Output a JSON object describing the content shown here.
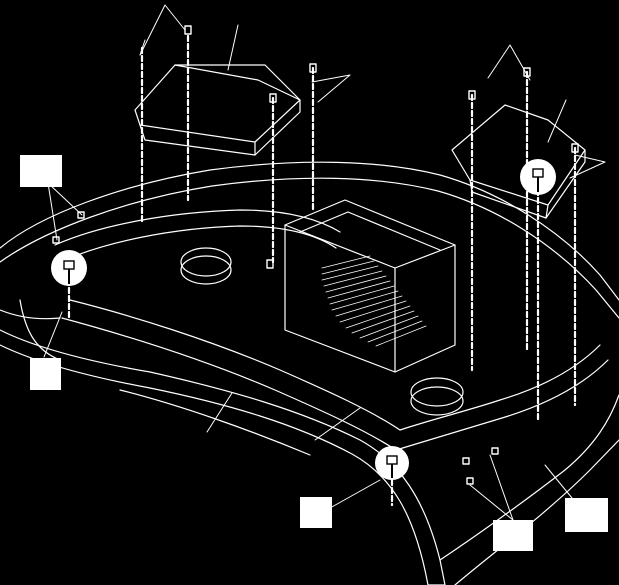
{
  "diagram": {
    "description_visible_text": "",
    "background_color": "#000000",
    "line_color": "#ffffff",
    "callout_fill": "#ffffff",
    "callouts": [
      {
        "id": "callout-top-left",
        "label": ""
      },
      {
        "id": "callout-mid-left",
        "label": ""
      },
      {
        "id": "callout-bottom-center",
        "label": ""
      },
      {
        "id": "callout-bottom-right",
        "label": ""
      },
      {
        "id": "callout-right",
        "label": ""
      }
    ],
    "magnified_details": [
      {
        "id": "detail-screw-left",
        "icon": "screw-icon"
      },
      {
        "id": "detail-screw-right",
        "icon": "screw-icon"
      },
      {
        "id": "detail-screw-bottom",
        "icon": "screw-icon"
      }
    ]
  }
}
